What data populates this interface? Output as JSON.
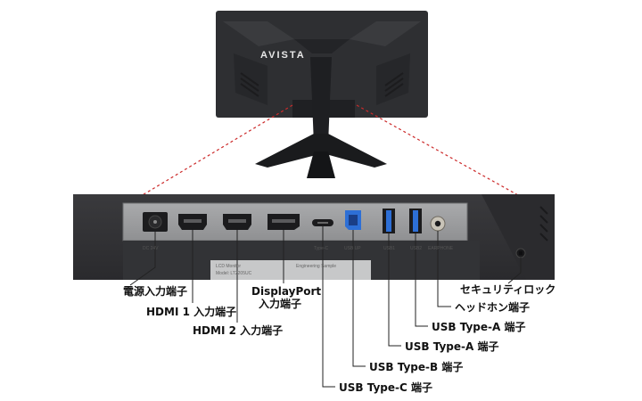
{
  "monitor": {
    "brand": "AVISTA"
  },
  "panel_labels": {
    "dc": "DC 24V",
    "typec": "Type-C",
    "usbup": "USB UP",
    "usb1": "USB1",
    "usb2": "USB2",
    "earphone": "EARPHONE"
  },
  "sticker": {
    "line1": "LCD Monitor",
    "line2": "Model: LT2205UC",
    "line3": "Engineering Sample"
  },
  "callouts": [
    {
      "label": "電源入力端子"
    },
    {
      "label": "HDMI 1 入力端子"
    },
    {
      "label": "HDMI 2 入力端子"
    },
    {
      "label_line1": "DisplayPort",
      "label_line2": "入力端子"
    },
    {
      "label": "USB Type-C 端子"
    },
    {
      "label": "USB Type-B 端子"
    },
    {
      "label": "USB Type-A 端子"
    },
    {
      "label": "USB Type-A 端子"
    },
    {
      "label": "ヘッドホン端子"
    },
    {
      "label": "セキュリティロック"
    }
  ],
  "colors": {
    "accent": "#cc2a2a",
    "usb3": "#2d6fd6",
    "leader": "#222222"
  }
}
